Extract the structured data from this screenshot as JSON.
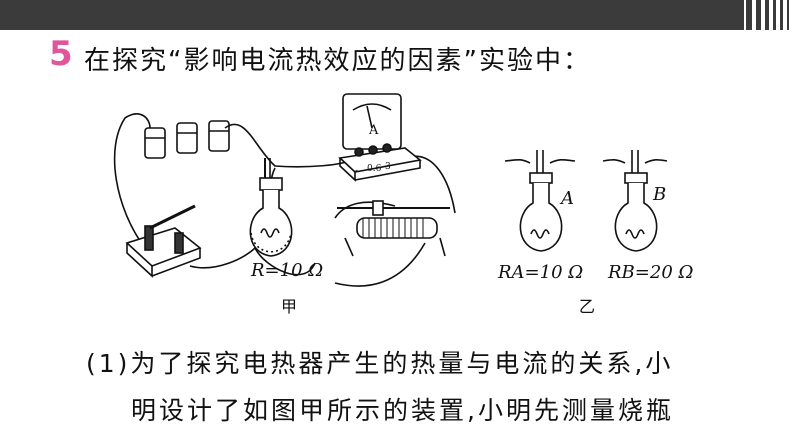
{
  "question": {
    "number": "5",
    "title": "在探究“影响电流热效应的因素”实验中："
  },
  "figure": {
    "ammeter_letter": "A",
    "ammeter_terminals": [
      "-",
      "0.6",
      "3"
    ],
    "resistance_label_jia": "R=10 Ω",
    "flask_a_letter": "A",
    "flask_b_letter": "B",
    "resistance_label_a": "RA=10 Ω",
    "resistance_label_b": "RB=20 Ω",
    "caption_jia": "甲",
    "caption_yi": "乙"
  },
  "body": {
    "line1": "(1)为了探究电热器产生的热量与电流的关系,小",
    "line2": "明设计了如图甲所示的装置,小明先测量烧瓶"
  }
}
